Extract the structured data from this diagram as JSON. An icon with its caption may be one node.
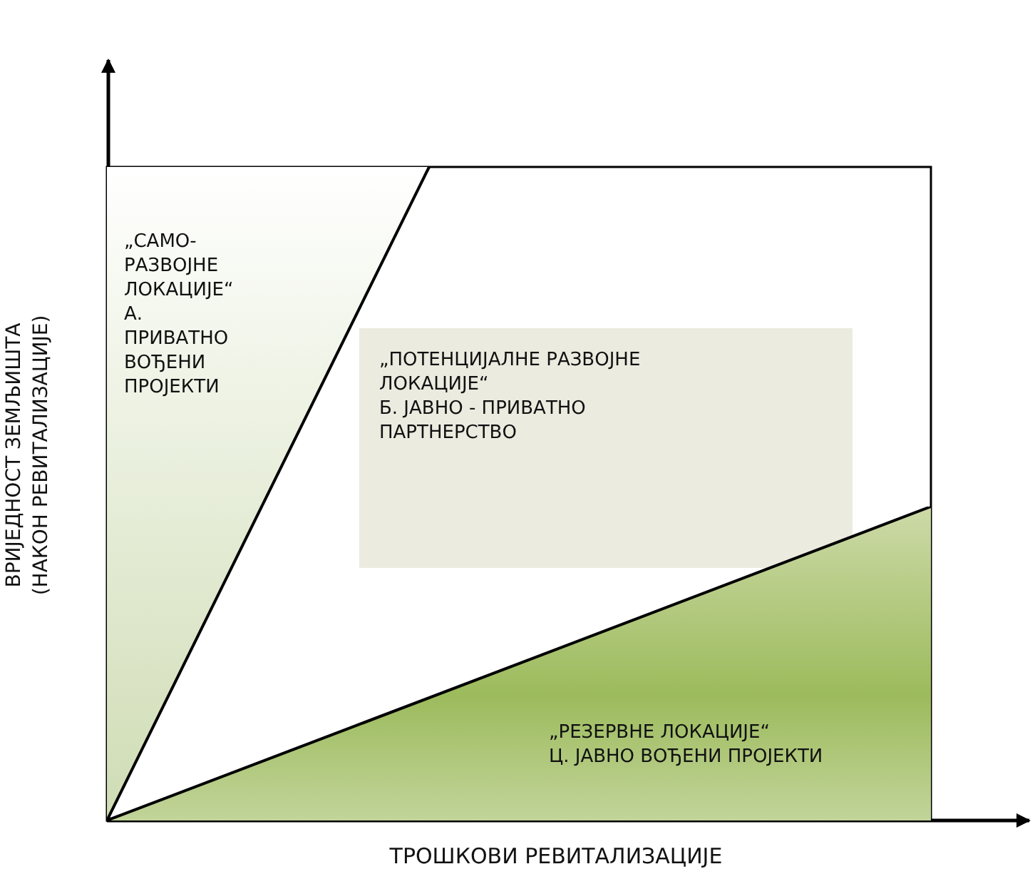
{
  "diagram": {
    "nodes": [
      {
        "text": [
          "„САМО-РАЗВОЈНЕ ЛОКАЦИЈЕ“",
          "А. ПРИВАТНО ВОЂЕНИ ПРОЈЕКТИ"
        ]
      },
      {
        "text": [
          "„ПОТЕНЦИЈАЛНЕ РАЗВОЈНЕ ЛОКАЦИЈЕ“",
          "Б. ЈАВНО - ПРИВАТНО ПАРТНЕРСТВО"
        ]
      },
      {
        "text": [
          "„РЕЗЕРВНЕ ЛОКАЦИЈЕ“",
          "Ц. ЈАВНО ВОЂЕНИ ПРОЈЕКТИ"
        ]
      }
    ],
    "labels": [
      "ВРИЈЕДНОСТ ЗЕМЉИШТА (НАКОН РЕВИТАЛИЗАЦИЈЕ)",
      "ТРОШКОВИ РЕВИТАЛИЗАЦИЈЕ"
    ]
  }
}
